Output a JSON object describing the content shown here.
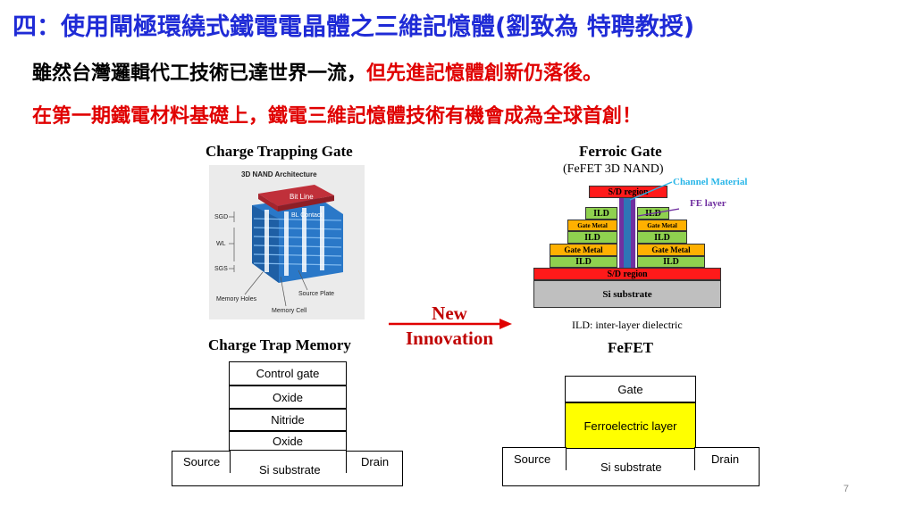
{
  "slide": {
    "title": "四：使用閘極環繞式鐵電電晶體之三維記憶體(劉致為 特聘教授)",
    "line2_black": "雖然台灣邏輯代工技術已達世界一流，",
    "line2_red": "但先進記憶體創新仍落後。",
    "line3": "在第一期鐵電材料基礎上，鐵電三維記憶體技術有機會成為全球首創！",
    "page_number": "7"
  },
  "left": {
    "ctg_title": "Charge Trapping Gate",
    "nand_image": {
      "heading": "3D NAND Architecture",
      "bit_line": "Bit Line",
      "bl_contact": "BL Contact",
      "sgd": "SGD",
      "wl": "WL",
      "sgs": "SGS",
      "memory_holes": "Memory Holes",
      "source_plate": "Source Plate",
      "memory_cell": "Memory Cell"
    },
    "ctm_title": "Charge Trap Memory",
    "stack": {
      "control_gate": "Control gate",
      "oxide_top": "Oxide",
      "nitride": "Nitride",
      "oxide_bottom": "Oxide",
      "source": "Source",
      "drain": "Drain",
      "substrate": "Si substrate"
    }
  },
  "arrow": {
    "line1": "New",
    "line2": "Innovation"
  },
  "right": {
    "fg_title": "Ferroic Gate",
    "fg_subtitle": "(FeFET 3D NAND)",
    "channel_material": "Channel Material",
    "fe_layer": "FE layer",
    "sd_region_top": "S/D region",
    "ild": "ILD",
    "gate_metal": "Gate Metal",
    "sd_region_bottom": "S/D region",
    "si_substrate": "Si substrate",
    "ild_note": "ILD: inter-layer dielectric",
    "fefet_title": "FeFET",
    "fefet": {
      "gate": "Gate",
      "ferroelectric": "Ferroelectric layer",
      "source": "Source",
      "drain": "Drain",
      "substrate": "Si substrate"
    }
  },
  "colors": {
    "title_blue": "#1f2bd6",
    "emphasis_red": "#e00000",
    "sd_red": "#ff1a1a",
    "ild_green": "#8fd14f",
    "gate_metal_orange": "#ffb000",
    "substrate_gray": "#bfbfbf",
    "channel_blue": "#2e75b6",
    "fe_purple": "#7030a0",
    "ferroelectric_yellow": "#ffff00"
  }
}
